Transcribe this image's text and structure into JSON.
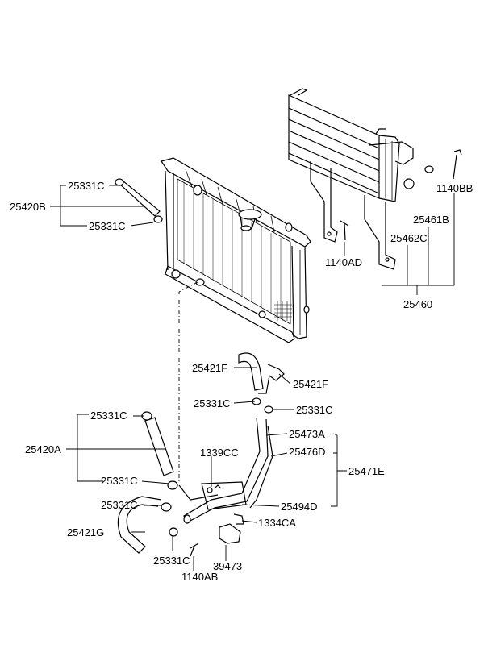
{
  "callouts": {
    "c1": "25331C",
    "c2": "25420B",
    "c3": "25331C",
    "c4": "1140BB",
    "c5": "25461B",
    "c6": "25462C",
    "c7": "1140AD",
    "c8": "25460",
    "c9": "25421F",
    "c10": "25421F",
    "c11": "25331C",
    "c12": "25331C",
    "c13": "25331C",
    "c14": "25473A",
    "c15": "25476D",
    "c16": "25471E",
    "c17": "25420A",
    "c18": "1339CC",
    "c19": "25331C",
    "c20": "25331C",
    "c21": "25494D",
    "c22": "1334CA",
    "c23": "25421G",
    "c24": "25331C",
    "c25": "39473",
    "c26": "1140AB"
  }
}
